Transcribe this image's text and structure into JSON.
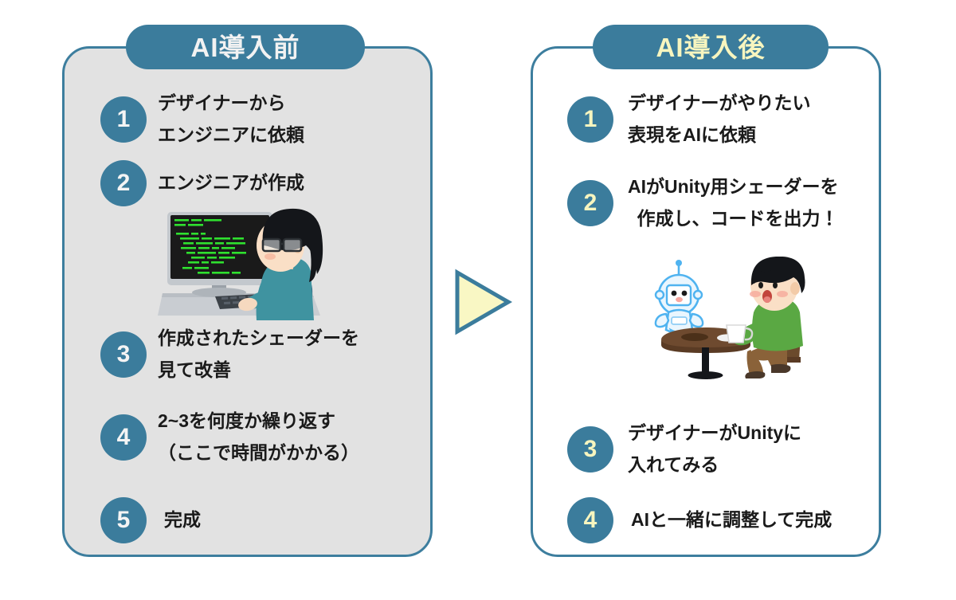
{
  "diagram": {
    "colors": {
      "accent_teal": "#3b7c9c",
      "panel_border": "#3d7e9e",
      "panel_before_bg": "#e2e2e2",
      "panel_after_bg": "#ffffff",
      "pale_yellow": "#f7f5bf",
      "text_dark": "#1a1a1a",
      "arrow_fill": "#f9f7c4",
      "arrow_stroke": "#3b7c9c"
    },
    "arrow": {
      "name": "flow-arrow-right",
      "direction": "right"
    }
  },
  "panel_before": {
    "title": "AI導入前",
    "steps": [
      {
        "number": "1",
        "lines": [
          "デザイナーから",
          "エンジニアに依頼"
        ],
        "align": [
          "left",
          "left"
        ]
      },
      {
        "number": "2",
        "lines": [
          "エンジニアが作成"
        ],
        "align": [
          "left"
        ]
      },
      {
        "number": "3",
        "lines": [
          "作成されたシェーダーを",
          "見て改善"
        ],
        "align": [
          "left",
          "left"
        ]
      },
      {
        "number": "4",
        "lines": [
          "2~3を何度か繰り返す",
          "（ここで時間がかかる）"
        ],
        "align": [
          "left",
          "center"
        ]
      },
      {
        "number": "5",
        "lines": [
          "完成"
        ],
        "align": [
          "left"
        ]
      }
    ],
    "illustration": {
      "name": "engineer-at-computer-illustration",
      "description": "メガネをかけたエンジニアが黒い画面に緑のコードが映ったデスクトップPCでキーボードを打っている"
    }
  },
  "panel_after": {
    "title": "AI導入後",
    "steps": [
      {
        "number": "1",
        "lines": [
          "デザイナーがやりたい",
          "表現をAIに依頼"
        ],
        "align": [
          "left",
          "left"
        ]
      },
      {
        "number": "2",
        "lines": [
          "AIがUnity用シェーダーを",
          "作成し、コードを出力！"
        ],
        "align": [
          "left",
          "right"
        ]
      },
      {
        "number": "3",
        "lines": [
          "デザイナーがUnityに",
          "入れてみる"
        ],
        "align": [
          "left",
          "left"
        ]
      },
      {
        "number": "4",
        "lines": [
          "AIと一緒に調整して完成"
        ],
        "align": [
          "left"
        ]
      }
    ],
    "illustration": {
      "name": "man-with-robot-assistant-illustration",
      "description": "緑のシャツの男性がコーヒーカップを持って丸テーブルに座り、隣に青いロボットが浮かんでいる"
    }
  }
}
